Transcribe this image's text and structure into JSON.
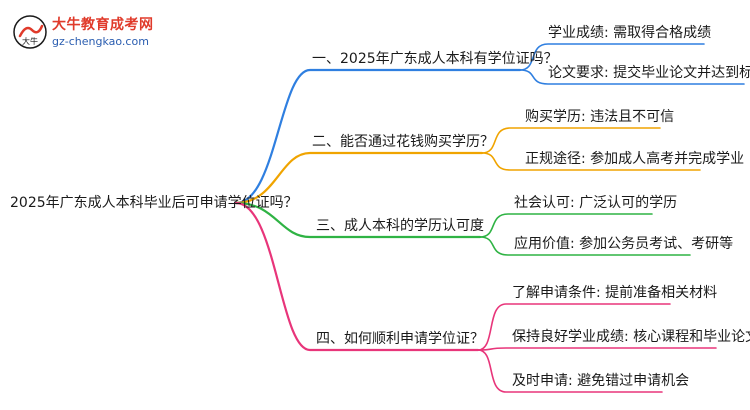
{
  "logo": {
    "name": "大牛教育成考网",
    "url": "gz-chengkao.com",
    "mark": "大牛"
  },
  "root": {
    "label": "2025年广东成人本科毕业后可申请学位证吗？"
  },
  "branches": [
    {
      "label": "一、2025年广东成人本科有学位证吗？",
      "color": "#2f7fe0",
      "children": [
        {
          "label": "学业成绩: 需取得合格成绩"
        },
        {
          "label": "论文要求: 提交毕业论文并达到标准"
        }
      ]
    },
    {
      "label": "二、能否通过花钱购买学历？",
      "color": "#f0a400",
      "children": [
        {
          "label": "购买学历: 违法且不可信"
        },
        {
          "label": "正规途径: 参加成人高考并完成学业"
        }
      ]
    },
    {
      "label": "三、成人本科的学历认可度",
      "color": "#2fb344",
      "children": [
        {
          "label": "社会认可: 广泛认可的学历"
        },
        {
          "label": "应用价值: 参加公务员考试、考研等"
        }
      ]
    },
    {
      "label": "四、如何顺利申请学位证？",
      "color": "#e8357a",
      "children": [
        {
          "label": "了解申请条件: 提前准备相关材料"
        },
        {
          "label": "保持良好学业成绩: 核心课程和毕业论文"
        },
        {
          "label": "及时申请: 避免错过申请机会"
        }
      ]
    }
  ]
}
